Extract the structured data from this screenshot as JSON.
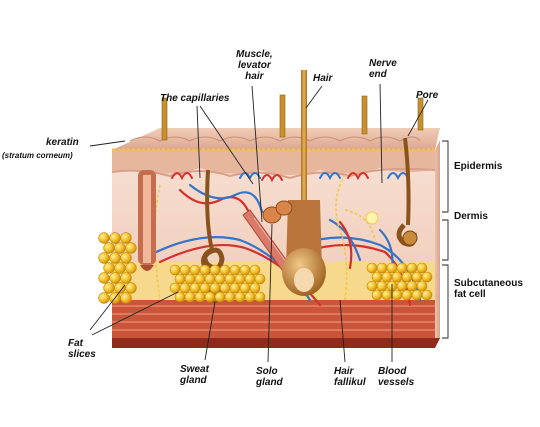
{
  "labels": {
    "keratin": "keratin",
    "stratum_corneum": "(stratum corneum)",
    "capillaries": "The capillaries",
    "muscle": "Muscle,\nlevator\nhair",
    "hair": "Hair",
    "nerve_end": "Nerve\nend",
    "pore": "Pore",
    "epidermis": "Epidermis",
    "dermis": "Dermis",
    "subcutaneous": "Subcutaneous\nfat cell",
    "fat_slices": "Fat\nslices",
    "sweat_gland": "Sweat\ngland",
    "solo_gland": "Solo\ngland",
    "hair_follicle": "Hair\nfallikul",
    "blood_vessels": "Blood\nvessels"
  },
  "colors": {
    "skin_top": "#e9c3ad",
    "dermis": "#f4d6c7",
    "dermis_side": "#e8b8a4",
    "fat": "#f4c22a",
    "fat_dark": "#d79a12",
    "muscle_layer": "#c9553a",
    "hair": "#c8902c",
    "blood_red": "#d6302a",
    "blood_blue": "#3574c8",
    "nerve": "#f1d060",
    "leader": "#222222"
  }
}
